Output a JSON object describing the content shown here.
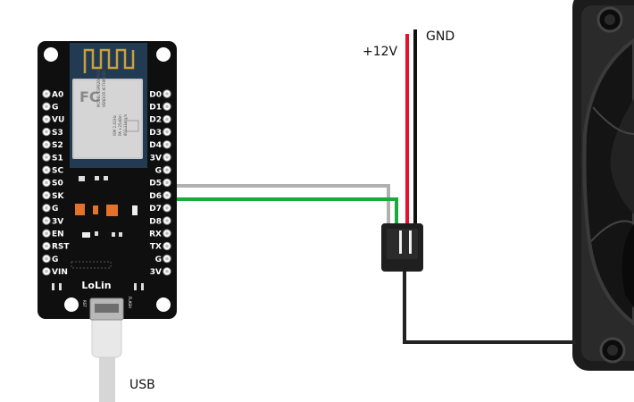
{
  "board": {
    "name": "LoLin",
    "left_pins": [
      "A0",
      "G",
      "VU",
      "S3",
      "S2",
      "S1",
      "SC",
      "S0",
      "SK",
      "G",
      "3V",
      "EN",
      "RST",
      "G",
      "VIN"
    ],
    "right_pins": [
      "D0",
      "D1",
      "D2",
      "D3",
      "D4",
      "3V",
      "G",
      "D5",
      "D6",
      "D7",
      "D8",
      "RX",
      "TX",
      "G",
      "3V"
    ],
    "button_left": "RST",
    "button_right": "FLASH",
    "module_text": [
      "MODEL ESP8266MOD",
      "VENDOR AI-THINKER",
      "ISM 2.4GHz",
      "PA +25dBm",
      "802.11b/g/n"
    ],
    "fcc_mark": "FC"
  },
  "labels": {
    "usb": "USB",
    "plus12v": "+12V",
    "gnd": "GND"
  },
  "wire_colors": {
    "gray": "#b0b0b0",
    "green": "#1aaa3c",
    "red": "#e8112d",
    "black": "#111111",
    "fan_ground": "#222222"
  }
}
